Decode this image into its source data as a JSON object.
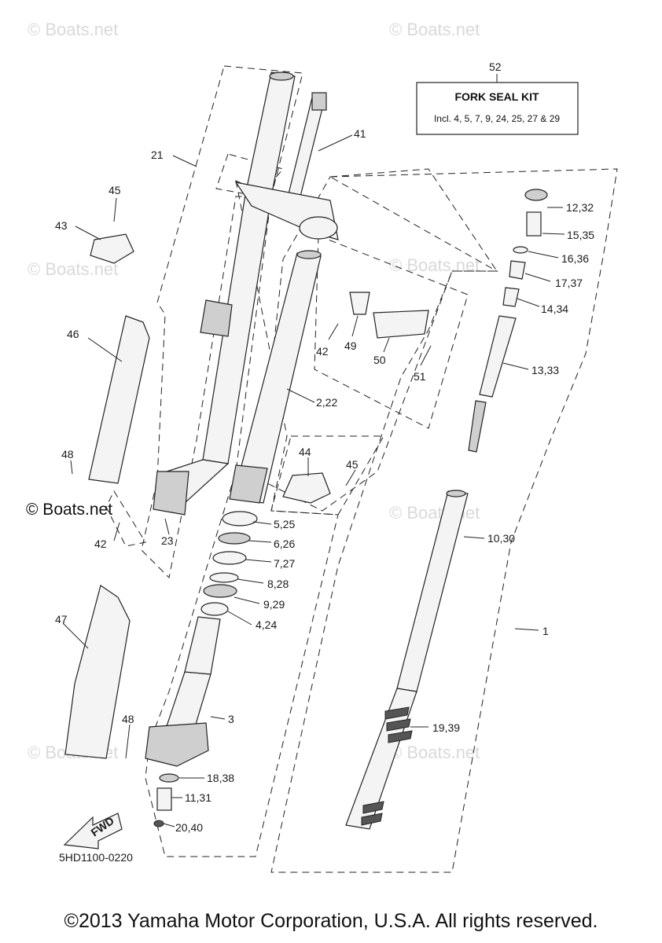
{
  "watermarks": [
    "© Boats.net",
    "© Boats.net",
    "© Boats.net",
    "© Boats.net",
    "© Boats.net",
    "© Boats.net",
    "© Boats.net",
    "© Boats.net"
  ],
  "watermark_bold": "© Boats.net",
  "kit": {
    "number": "52",
    "title": "FORK SEAL KIT",
    "includes": "Incl. 4, 5, 7, 9, 24, 25, 27 & 29"
  },
  "callouts": [
    "21",
    "41",
    "45",
    "43",
    "46",
    "48",
    "42",
    "23",
    "47",
    "48",
    "44",
    "45",
    "2,22",
    "5,25",
    "6,26",
    "7,27",
    "8,28",
    "9,29",
    "4,24",
    "3",
    "18,38",
    "11,31",
    "20,40",
    "42",
    "49",
    "50",
    "51",
    "12,32",
    "15,35",
    "16,36",
    "17,37",
    "14,34",
    "13,33",
    "10,30",
    "1",
    "19,39"
  ],
  "fwd_label": "FWD",
  "diagram_code": "5HD1100-0220",
  "copyright": "©2013 Yamaha Motor Corporation, U.S.A. All rights reserved."
}
